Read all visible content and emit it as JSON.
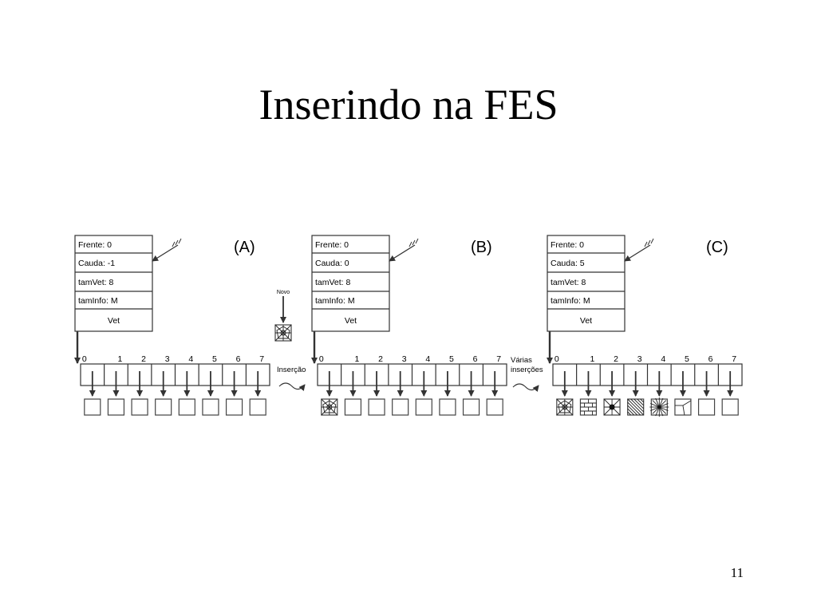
{
  "title": "Inserindo na FES",
  "page_number": "11",
  "new_label": "Novo",
  "operations": [
    "Inserção",
    "Várias\ninserções"
  ],
  "panels": [
    {
      "label": "(A)",
      "fields": [
        "Frente: 0",
        "Cauda: -1",
        "tamVet: 8",
        "tamInfo: M",
        "Vet"
      ],
      "indices": [
        "0",
        "1",
        "2",
        "3",
        "4",
        "5",
        "6",
        "7"
      ],
      "cells": [
        "empty",
        "empty",
        "empty",
        "empty",
        "empty",
        "empty",
        "empty",
        "empty"
      ]
    },
    {
      "label": "(B)",
      "fields": [
        "Frente: 0",
        "Cauda: 0",
        "tamVet: 8",
        "tamInfo: M",
        "Vet"
      ],
      "indices": [
        "0",
        "1",
        "2",
        "3",
        "4",
        "5",
        "6",
        "7"
      ],
      "cells": [
        "web",
        "empty",
        "empty",
        "empty",
        "empty",
        "empty",
        "empty",
        "empty"
      ]
    },
    {
      "label": "(C)",
      "fields": [
        "Frente: 0",
        "Cauda: 5",
        "tamVet: 8",
        "tamInfo: M",
        "Vet"
      ],
      "indices": [
        "0",
        "1",
        "2",
        "3",
        "4",
        "5",
        "6",
        "7"
      ],
      "cells": [
        "web",
        "brick",
        "star",
        "hatch",
        "burst",
        "branch",
        "empty",
        "empty"
      ]
    }
  ]
}
